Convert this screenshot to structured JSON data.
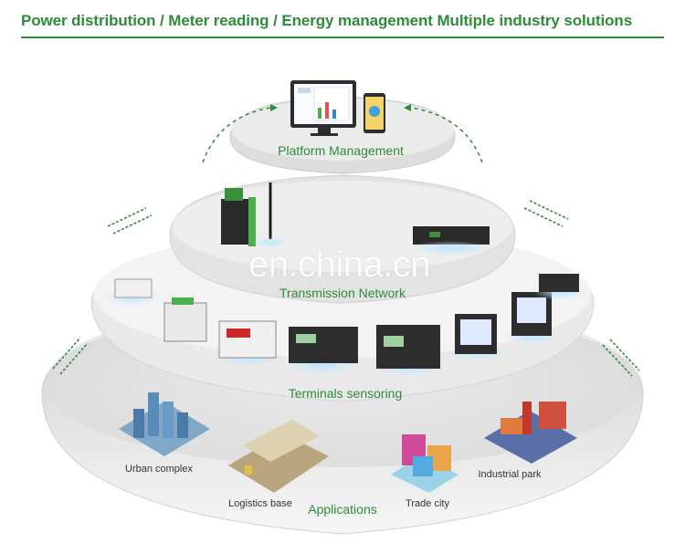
{
  "header": {
    "title": "Power distribution / Meter reading / Energy management Multiple industry solutions"
  },
  "layers": {
    "platform": "Platform Management",
    "transmission": "Transmission Network",
    "terminals": "Terminals sensoring",
    "applications": "Applications"
  },
  "applications": {
    "urban": "Urban complex",
    "logistics": "Logistics base",
    "trade": "Trade city",
    "industrial": "Industrial park"
  },
  "watermark": "en.china.cn",
  "colors": {
    "accent": "#2e8b3a",
    "platform": "#e6e6e6",
    "device": "#2b2b2b"
  },
  "icons": [
    "monitor-icon",
    "phone-icon",
    "gateway-icon",
    "antenna-icon",
    "router-icon",
    "meter-icon",
    "arrow-icon",
    "building-icon",
    "warehouse-icon",
    "market-icon",
    "factory-icon"
  ]
}
